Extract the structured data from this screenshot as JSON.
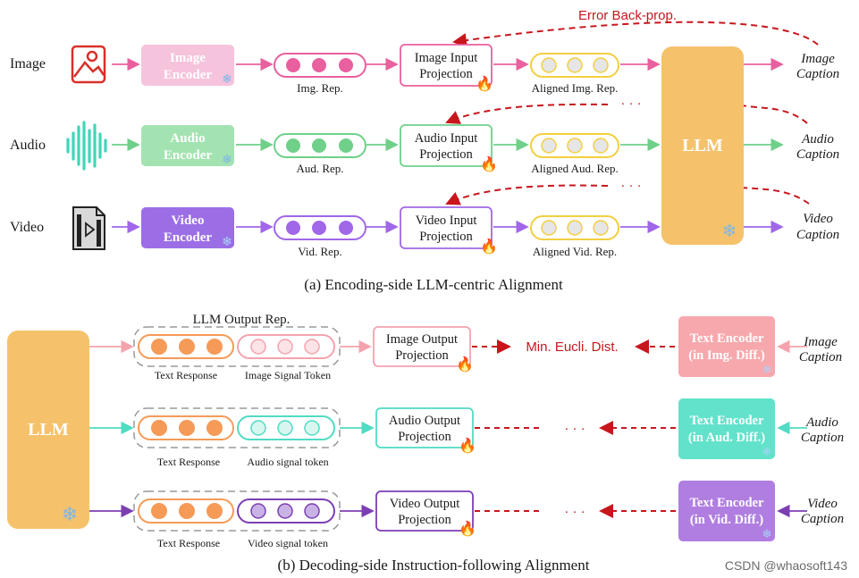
{
  "encoding": {
    "error_label": "Error Back-prop.",
    "dots": "· · ·",
    "llm_label": "LLM",
    "section_title": "(a) Encoding-side LLM-centric Alignment",
    "rows": [
      {
        "modality": "Image",
        "encoder": [
          "Image",
          "Encoder"
        ],
        "rep_label": "Img. Rep.",
        "proj": [
          "Image Input",
          "Projection"
        ],
        "aligned_label": "Aligned Img. Rep.",
        "caption": [
          "Image",
          "Caption"
        ],
        "color": "#e9609e",
        "light": "#f6c3dc",
        "icon": "image-icon"
      },
      {
        "modality": "Audio",
        "encoder": [
          "Audio",
          "Encoder"
        ],
        "rep_label": "Aud. Rep.",
        "proj": [
          "Audio Input",
          "Projection"
        ],
        "aligned_label": "Aligned Aud. Rep.",
        "caption": [
          "Audio",
          "Caption"
        ],
        "color": "#6fd08a",
        "light": "#a3e3b1",
        "icon": "audio-wave-icon"
      },
      {
        "modality": "Video",
        "encoder": [
          "Video",
          "Encoder"
        ],
        "rep_label": "Vid. Rep.",
        "proj": [
          "Video Input",
          "Projection"
        ],
        "aligned_label": "Aligned Vid. Rep.",
        "caption": [
          "Video",
          "Caption"
        ],
        "color": "#a067e8",
        "light": "#9b6ee6",
        "icon": "video-file-icon"
      }
    ]
  },
  "decoding": {
    "output_rep_label": "LLM Output Rep.",
    "llm_label": "LLM",
    "min_dist_label": "Min. Eucli. Dist.",
    "dots": "· · ·",
    "section_title": "(b) Decoding-side Instruction-following Alignment",
    "rows": [
      {
        "text_resp": "Text Response",
        "signal": "Image Signal Token",
        "proj": [
          "Image Output",
          "Projection"
        ],
        "text_enc": [
          "Text Encoder",
          "(in Img. Diff.)"
        ],
        "caption": [
          "Image",
          "Caption"
        ],
        "color": "#f4a3ae",
        "enc_color": "#f6a8ad"
      },
      {
        "text_resp": "Text Response",
        "signal": "Audio signal token",
        "proj": [
          "Audio Output",
          "Projection"
        ],
        "text_enc": [
          "Text Encoder",
          "(in Aud. Diff.)"
        ],
        "caption": [
          "Audio",
          "Caption"
        ],
        "color": "#4fdcc3",
        "enc_color": "#63e2cb"
      },
      {
        "text_resp": "Text Response",
        "signal": "Video signal token",
        "proj": [
          "Video Output",
          "Projection"
        ],
        "text_enc": [
          "Text Encoder",
          "(in Vid. Diff.)"
        ],
        "caption": [
          "Video",
          "Caption"
        ],
        "color": "#7b3fb3",
        "enc_color": "#b07ee0"
      }
    ]
  },
  "watermark": "CSDN @whaosoft143",
  "colors": {
    "llm": "#f5c26b",
    "red": "#c8161d",
    "yellow": "#f3cf3f",
    "orange": "#f59a57"
  }
}
